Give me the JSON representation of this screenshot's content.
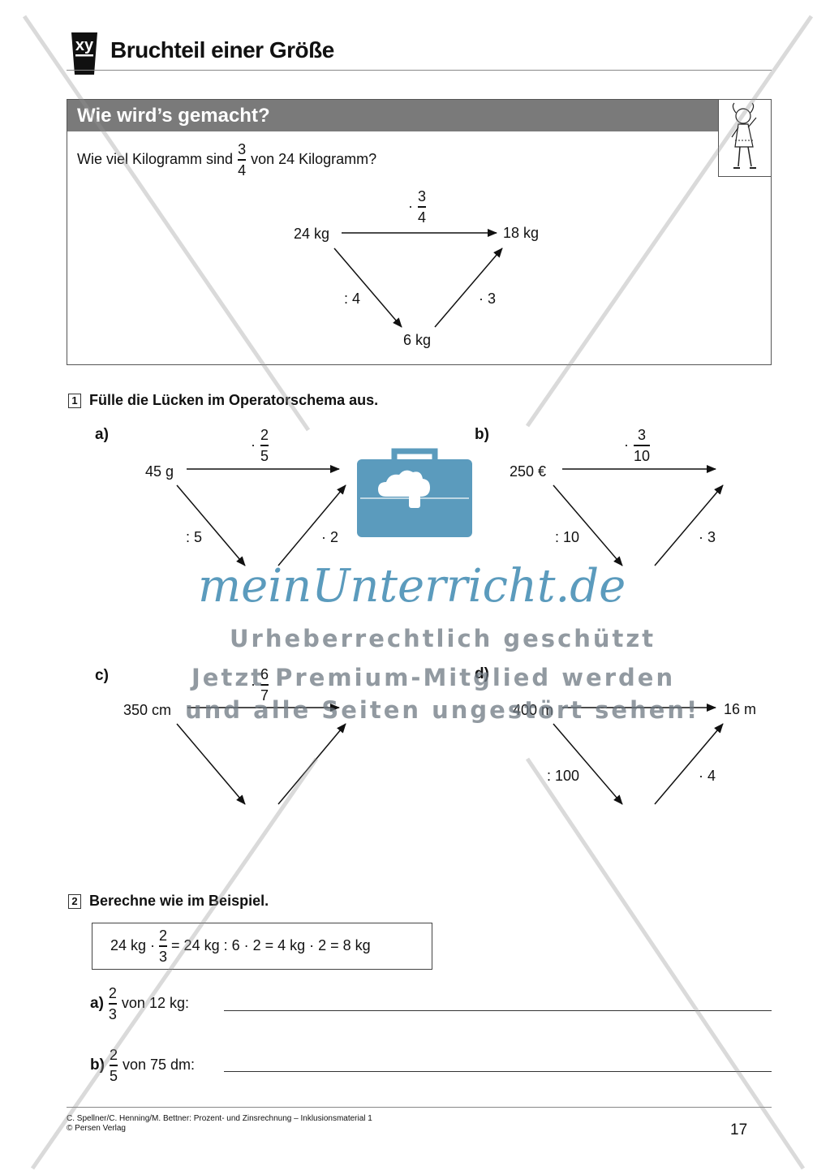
{
  "header": {
    "logo_text": "xy",
    "title": "Bruchteil einer Größe"
  },
  "example": {
    "heading": "Wie wird’s gemacht?",
    "question_pre": "Wie viel Kilogramm sind",
    "question_frac": {
      "num": "3",
      "den": "4"
    },
    "question_post": "von 24 Kilogramm?",
    "start": "24 kg",
    "end": "18 kg",
    "middle": "6 kg",
    "op_top": {
      "dot": "·",
      "num": "3",
      "den": "4"
    },
    "op_left": ": 4",
    "op_right": "· 3"
  },
  "task1": {
    "number": "1",
    "instruction": "Fülle die Lücken im Operatorschema aus.",
    "a": {
      "label": "a)",
      "start": "45 g",
      "op_top": {
        "dot": "·",
        "num": "2",
        "den": "5"
      },
      "op_left": ": 5",
      "op_right": "· 2"
    },
    "b": {
      "label": "b)",
      "start": "250 €",
      "op_top": {
        "dot": "·",
        "num": "3",
        "den": "10"
      },
      "op_left": ": 10",
      "op_right": "· 3"
    },
    "c": {
      "label": "c)",
      "start": "350 cm",
      "op_top": {
        "dot": "·",
        "num": "6",
        "den": "7"
      }
    },
    "d": {
      "label": "d)",
      "start": "400 m",
      "end": "16 m",
      "op_left": ": 100",
      "op_right": "· 4"
    }
  },
  "task2": {
    "number": "2",
    "instruction": "Berechne wie im Beispiel.",
    "example_pre": "24 kg ·",
    "example_frac": {
      "num": "2",
      "den": "3"
    },
    "example_post": "= 24 kg : 6 · 2 = 4 kg · 2 = 8 kg",
    "a": {
      "label": "a)",
      "num": "2",
      "den": "3",
      "text": "von 12 kg:"
    },
    "b": {
      "label": "b)",
      "num": "2",
      "den": "5",
      "text": "von 75 dm:"
    }
  },
  "watermark": {
    "brand": "meinUnterricht.de",
    "line1": "Urheberrechtlich geschützt",
    "line2": "Jetzt Premium-Mitglied werden",
    "line3": "und alle Seiten ungestört sehen!",
    "brand_color": "#5b9bbd"
  },
  "footer": {
    "line1": "C. Spellner/C. Henning/M. Bettner: Prozent- und Zinsrechnung – Inklusionsmaterial 1",
    "line2": "© Persen Verlag",
    "page": "17"
  }
}
